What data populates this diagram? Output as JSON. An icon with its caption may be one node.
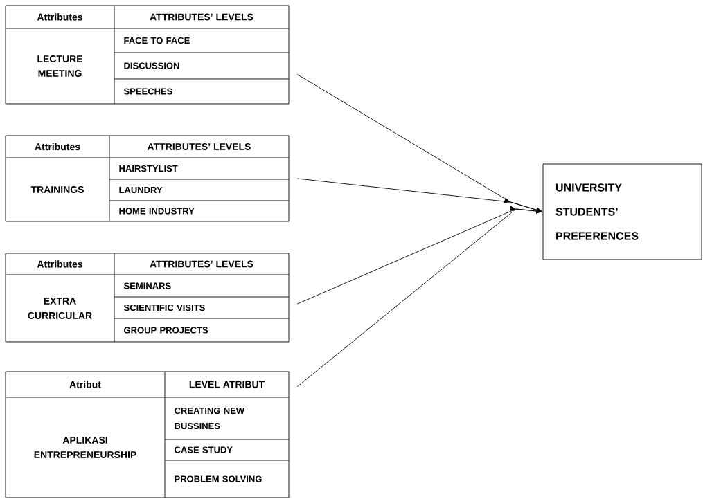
{
  "diagram": {
    "nodes": [
      {
        "text": [
          "Attributes",
          "ATTRIBUTES’ LEVELS",
          "LECTURE MEETING",
          "FACE TO FACE",
          "DISCUSSION",
          "SPEECHES"
        ]
      },
      {
        "text": [
          "Attributes",
          "ATTRIBUTES’ LEVELS",
          "TRAININGS",
          "HAIRSTYLIST",
          "LAUNDRY",
          "HOME INDUSTRY"
        ]
      },
      {
        "text": [
          "Attributes",
          "ATTRIBUTES’ LEVELS",
          "EXTRA CURRICULAR",
          "SEMINARS",
          "SCIENTIFIC VISITS",
          "GROUP PROJECTS"
        ]
      },
      {
        "text": [
          "Atribut",
          "LEVEL ATRIBUT",
          "APLIKASI ENTREPRENEURSHIP",
          "CREATING NEW BUSSINES",
          "CASE STUDY",
          "PROBLEM SOLVING"
        ]
      },
      {
        "text": [
          "UNIVERSITY STUDENTS’ PREFERENCES"
        ]
      }
    ],
    "edges": [
      {
        "from": 0,
        "to": 4,
        "arrow": "to"
      },
      {
        "from": 1,
        "to": 4,
        "arrow": "to"
      },
      {
        "from": 2,
        "to": 4,
        "arrow": "to"
      },
      {
        "from": 3,
        "to": 4,
        "arrow": "to"
      }
    ]
  }
}
